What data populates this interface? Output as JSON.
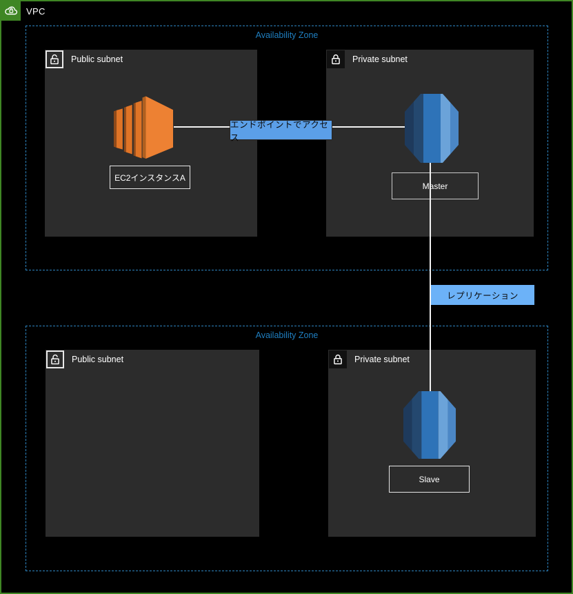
{
  "vpc": {
    "label": "VPC"
  },
  "zones": [
    {
      "label": "Availability Zone",
      "subnets": [
        {
          "type": "public",
          "label": "Public subnet"
        },
        {
          "type": "private",
          "label": "Private subnet"
        }
      ]
    },
    {
      "label": "Availability Zone",
      "subnets": [
        {
          "type": "public",
          "label": "Public subnet"
        },
        {
          "type": "private",
          "label": "Private subnet"
        }
      ]
    }
  ],
  "nodes": [
    {
      "id": "ec2",
      "type": "ec2-instance",
      "icon": "ec2-icon",
      "label": "EC2インスタンスA"
    },
    {
      "id": "master",
      "type": "database",
      "icon": "database-icon",
      "label": "Master"
    },
    {
      "id": "slave",
      "type": "database",
      "icon": "database-icon",
      "label": "Slave"
    }
  ],
  "edges": [
    {
      "from": "ec2",
      "to": "master",
      "label": "エンドポイントでアクセス"
    },
    {
      "from": "master",
      "to": "slave",
      "label": "レプリケーション"
    }
  ],
  "icons": {
    "vpc": "cloud-lock-icon",
    "public_subnet": "open-lock-icon",
    "private_subnet": "closed-lock-icon"
  },
  "colors": {
    "canvas_bg": "#000000",
    "vpc_border_green": "#3f8624",
    "az_border_blue": "#2e86c2",
    "az_text_blue": "#1f7fc1",
    "subnet_bg_gray": "#2c2c2c",
    "ec2_orange": "#e8802e",
    "db_blue": "#2e73b8",
    "endpoint_label_bg": "#5b9fe8",
    "replication_label_bg": "#6cb2f8",
    "connector_line": "#f2f2f2"
  }
}
